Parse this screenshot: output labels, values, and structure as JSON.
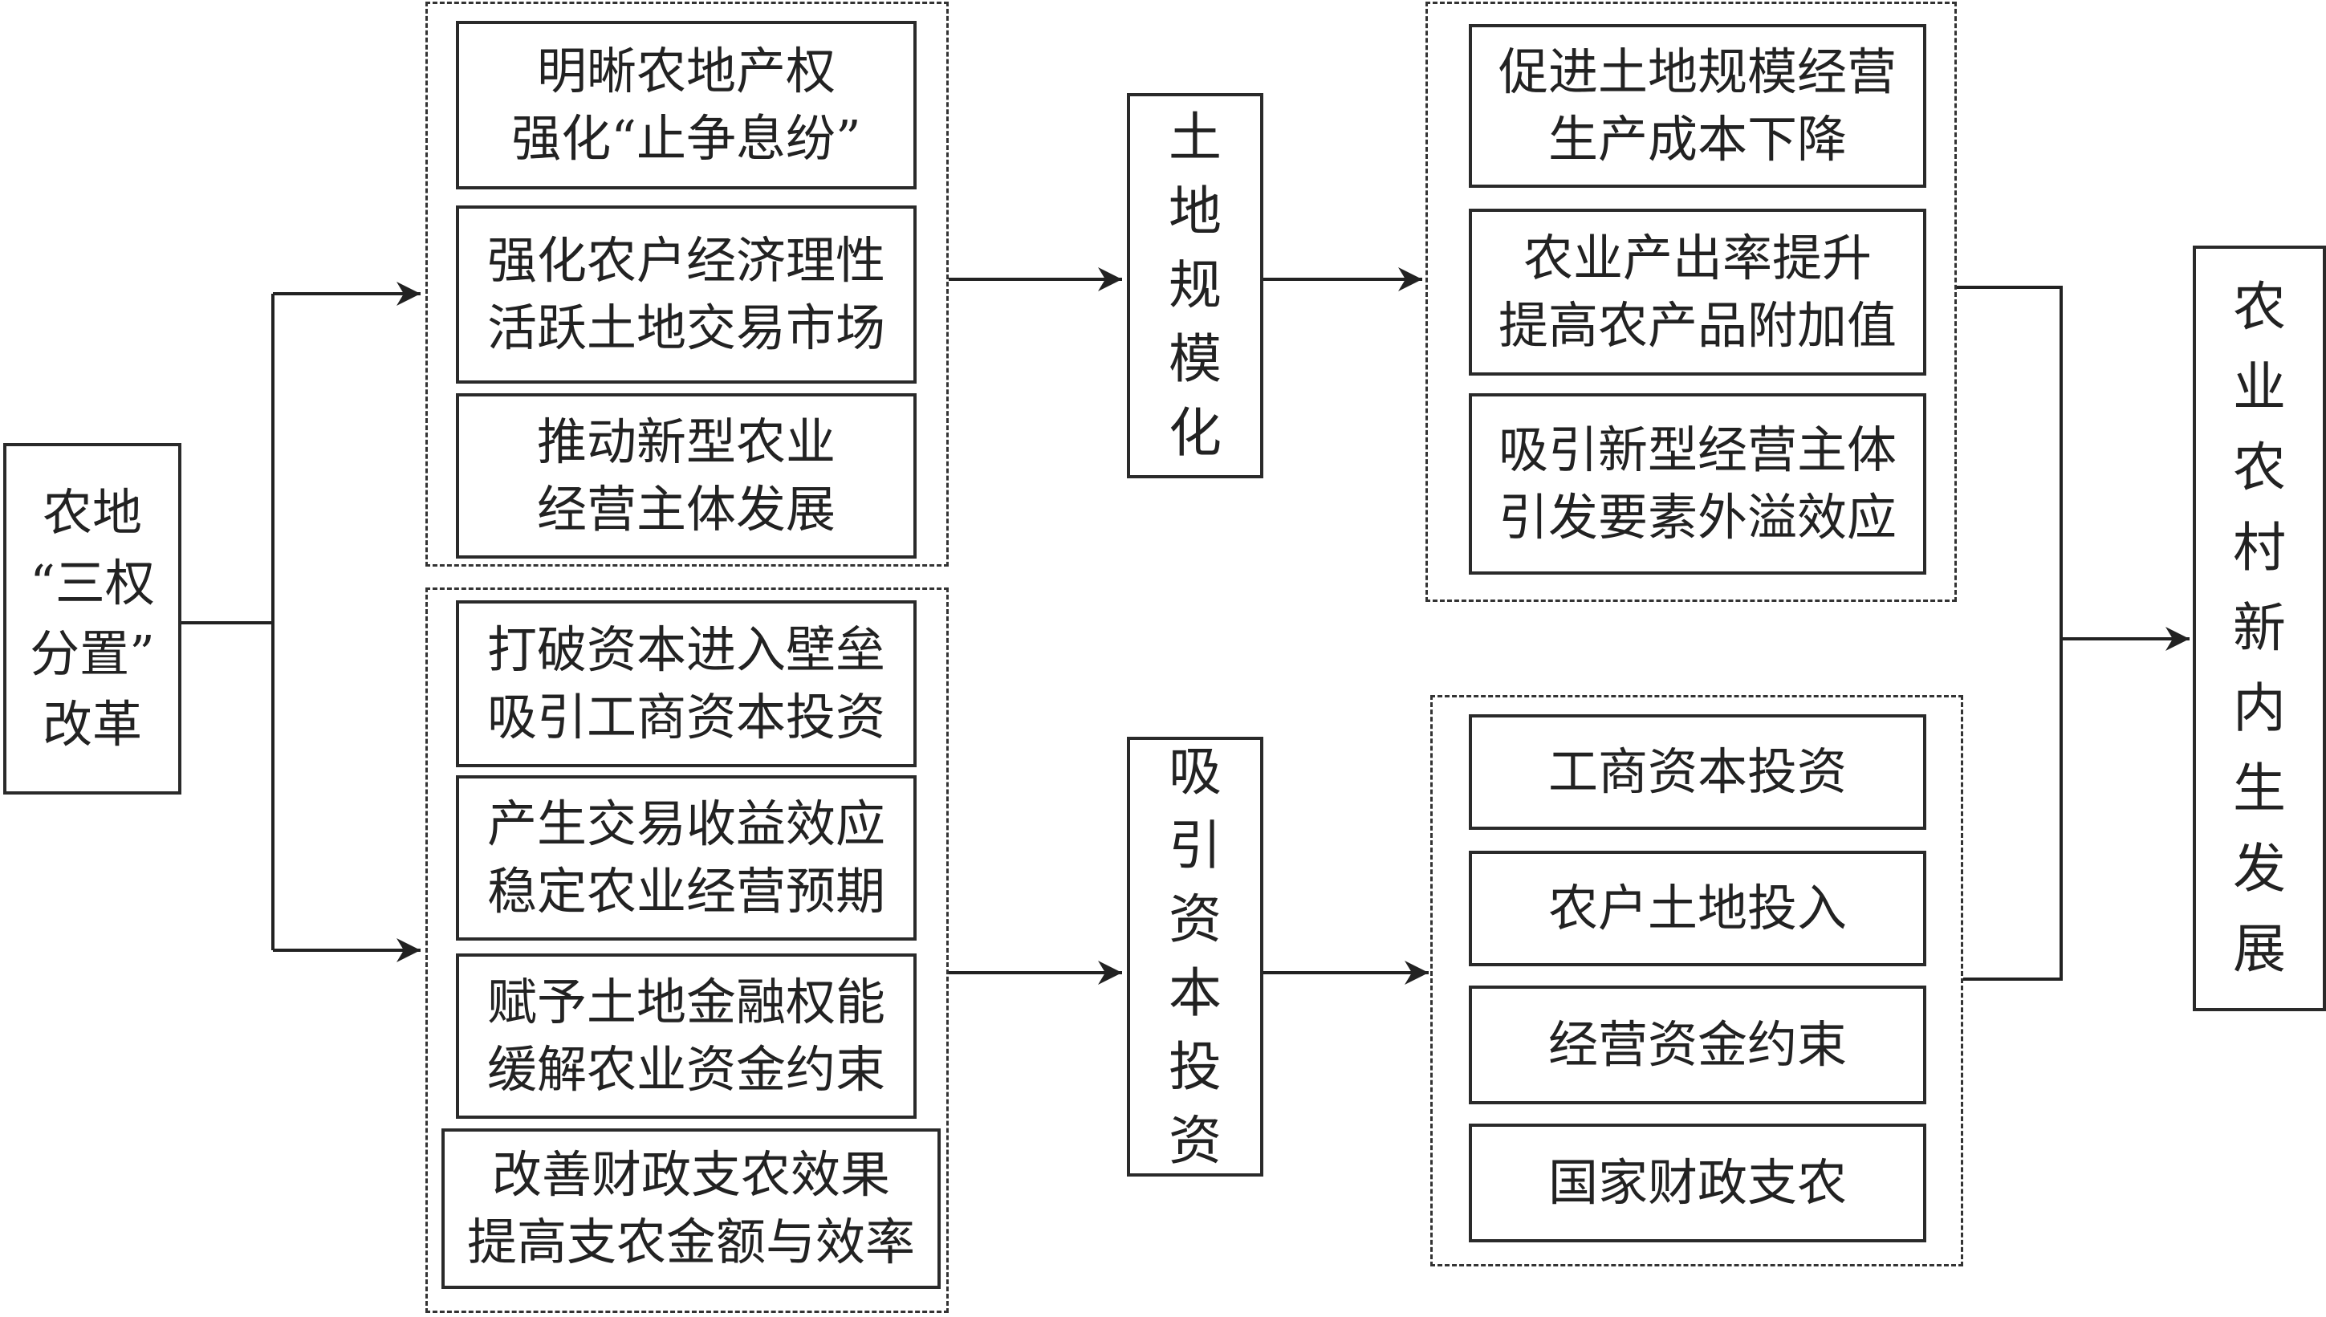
{
  "source": {
    "lines": [
      "农地",
      "“三权",
      "分置”",
      "改革"
    ]
  },
  "upper_group": [
    {
      "lines": [
        "明晰农地产权",
        "强化“止争息纷”"
      ]
    },
    {
      "lines": [
        "强化农户经济理性",
        "活跃土地交易市场"
      ]
    },
    {
      "lines": [
        "推动新型农业",
        "经营主体发展"
      ]
    }
  ],
  "lower_group": [
    {
      "lines": [
        "打破资本进入壁垒",
        "吸引工商资本投资"
      ]
    },
    {
      "lines": [
        "产生交易收益效应",
        "稳定农业经营预期"
      ]
    },
    {
      "lines": [
        "赋予土地金融权能",
        "缓解农业资金约束"
      ]
    },
    {
      "lines": [
        "改善财政支农效果",
        "提高支农金额与效率"
      ]
    }
  ],
  "mid_upper": {
    "chars": [
      "土",
      "地",
      "规",
      "模",
      "化"
    ]
  },
  "mid_lower": {
    "chars": [
      "吸",
      "引",
      "资",
      "本",
      "投",
      "资"
    ]
  },
  "right_upper_group": [
    {
      "lines": [
        "促进土地规模经营",
        "生产成本下降"
      ]
    },
    {
      "lines": [
        "农业产出率提升",
        "提高农产品附加值"
      ]
    },
    {
      "lines": [
        "吸引新型经营主体",
        "引发要素外溢效应"
      ]
    }
  ],
  "right_lower_group": [
    {
      "text": "工商资本投资"
    },
    {
      "text": "农户土地投入"
    },
    {
      "text": "经营资金约束"
    },
    {
      "text": "国家财政支农"
    }
  ],
  "outcome": {
    "chars": [
      "农",
      "业",
      "农",
      "村",
      "新",
      "内",
      "生",
      "发",
      "展"
    ]
  }
}
